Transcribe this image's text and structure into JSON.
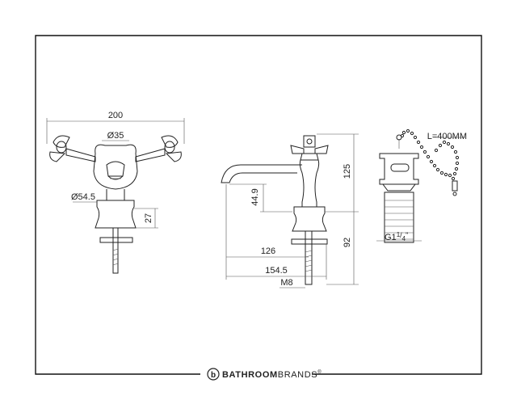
{
  "front_view": {
    "width_label": "200",
    "spout_dia_label": "Ø35",
    "base_dia_label": "Ø54.5",
    "base_height_label": "27"
  },
  "side_view": {
    "height_label": "125",
    "spout_height_label": "44.9",
    "lower_height_label": "92",
    "reach_label": "126",
    "total_depth_label": "154.5",
    "thread_label": "M8"
  },
  "waste_view": {
    "chain_length_label": "L=400MM",
    "thread_label_main": "G1",
    "thread_label_frac_num": "1",
    "thread_label_frac_den": "4",
    "thread_label_suffix": "\""
  },
  "brand": {
    "logo_letter": "b",
    "name_bold": "BATHROOM",
    "name_light": "BRANDS",
    "mark": "®"
  }
}
